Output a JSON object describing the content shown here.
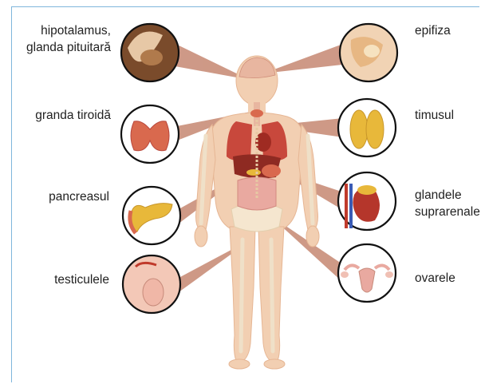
{
  "labels": {
    "hypothalamus_line1": "hipotalamus,",
    "hypothalamus_line2": "glanda pituitară",
    "thyroid": "granda tiroidă",
    "pancreas": "pancreasul",
    "testes": "testiculele",
    "pineal": "epifiza",
    "thymus": "timusul",
    "adrenal_line1": "glandele",
    "adrenal_line2": "suprarenale",
    "ovaries": "ovarele"
  },
  "colors": {
    "frame": "#7fb6dc",
    "skin": "#f2cfb2",
    "skin_shade": "#e6b694",
    "bone": "#f5e6cf",
    "pointer": "#c98e7a",
    "organ_red": "#b5362b",
    "gland_yellow": "#e8b83a",
    "intestine": "#e9a9a0"
  }
}
